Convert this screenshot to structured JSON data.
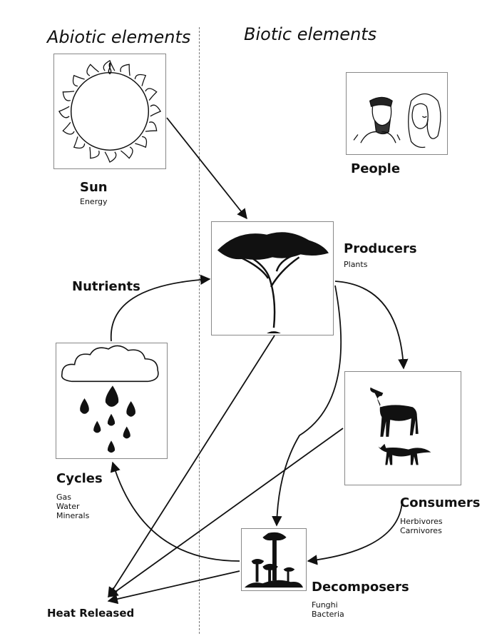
{
  "headings": {
    "abiotic": "Abiotic elements",
    "biotic": "Biotic elements"
  },
  "nodes": {
    "sun": {
      "label": "Sun",
      "sub": [
        "Energy"
      ]
    },
    "people": {
      "label": "People",
      "sub": []
    },
    "producers": {
      "label": "Producers",
      "sub": [
        "Plants"
      ]
    },
    "nutrients": {
      "label": "Nutrients",
      "sub": []
    },
    "cycles": {
      "label": "Cycles",
      "sub": [
        "Gas",
        "Water",
        "Minerals"
      ]
    },
    "consumers": {
      "label": "Consumers",
      "sub": [
        "Herbivores",
        "Carnivores"
      ]
    },
    "decomposers": {
      "label": "Decomposers",
      "sub": [
        "Funghi",
        "Bacteria"
      ]
    },
    "heat": {
      "label": "Heat Released",
      "sub": []
    }
  },
  "icons": {
    "sun": "sun-icon",
    "people": "people-icon",
    "producers": "acacia-tree-icon",
    "cycles": "rain-cloud-icon",
    "consumers": "gazelle-and-fox-icon",
    "decomposers": "mushrooms-icon"
  },
  "colors": {
    "line": "#111111",
    "box_border": "#888888"
  }
}
